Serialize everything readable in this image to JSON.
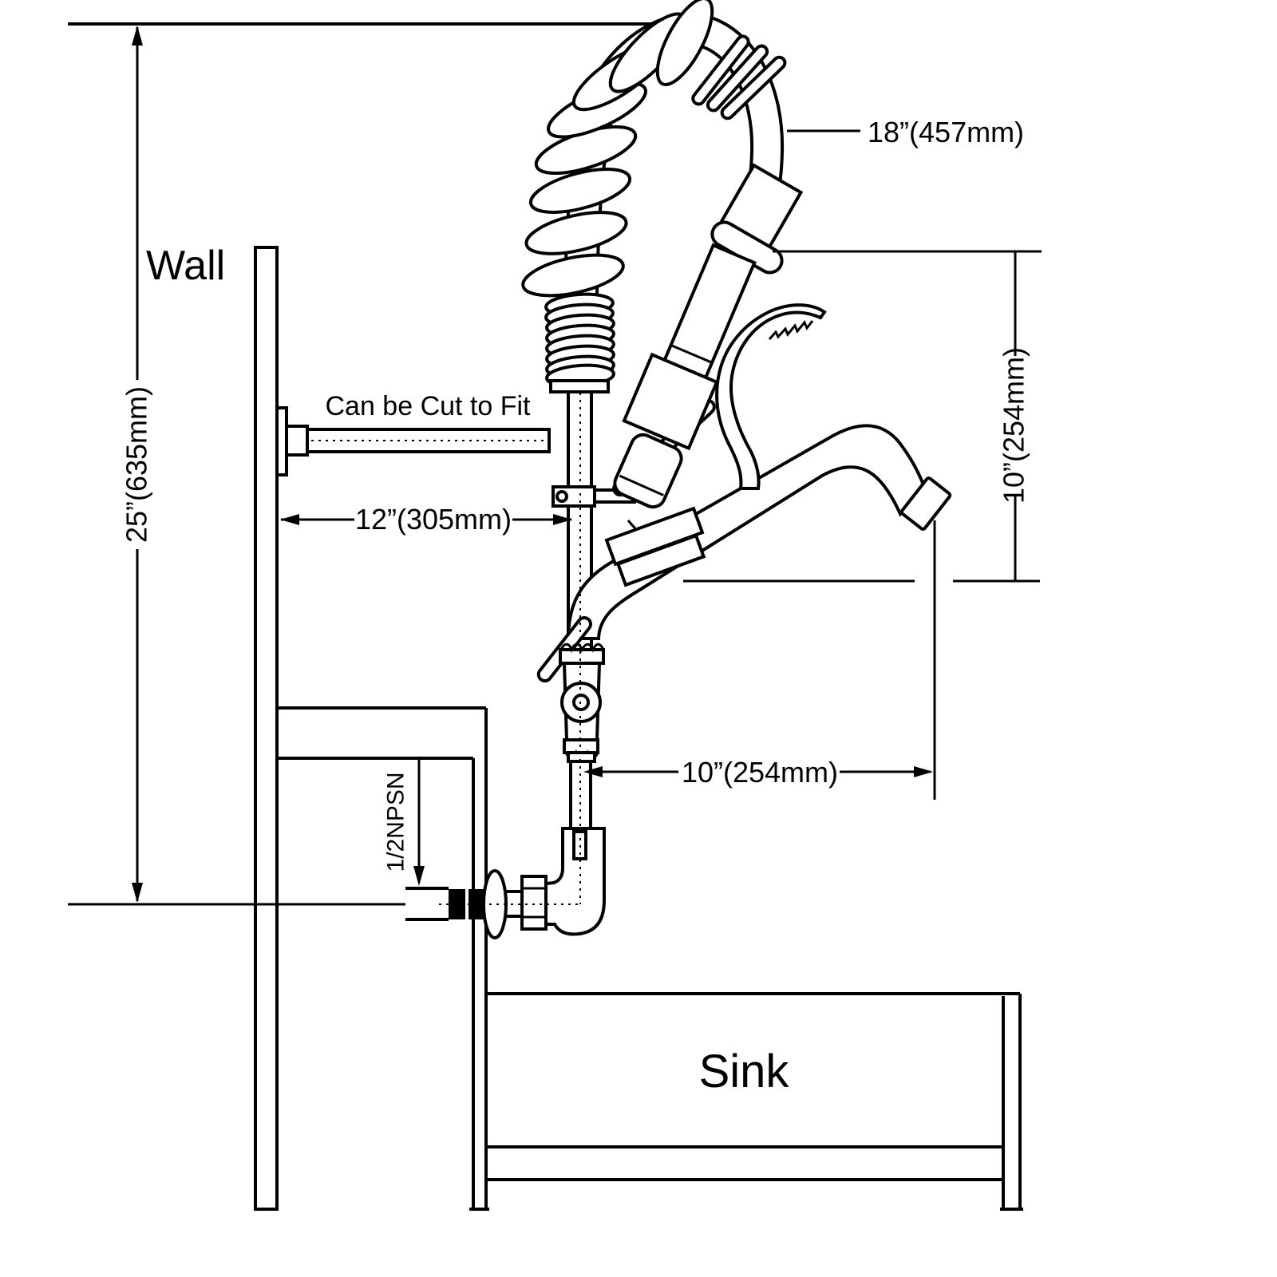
{
  "labels": {
    "wall": "Wall",
    "sink": "Sink",
    "cut_note": "Can be Cut to Fit",
    "hose_dim": "18”(457mm)",
    "height_dim": "25”(635mm)",
    "bar_dim": "12”(305mm)",
    "spout_height_dim": "10”(254mm)",
    "spout_reach_dim": "10”(254mm)",
    "inlet_thread": "1/2NPSN"
  },
  "colors": {
    "line": "#000000",
    "background": "#ffffff"
  }
}
